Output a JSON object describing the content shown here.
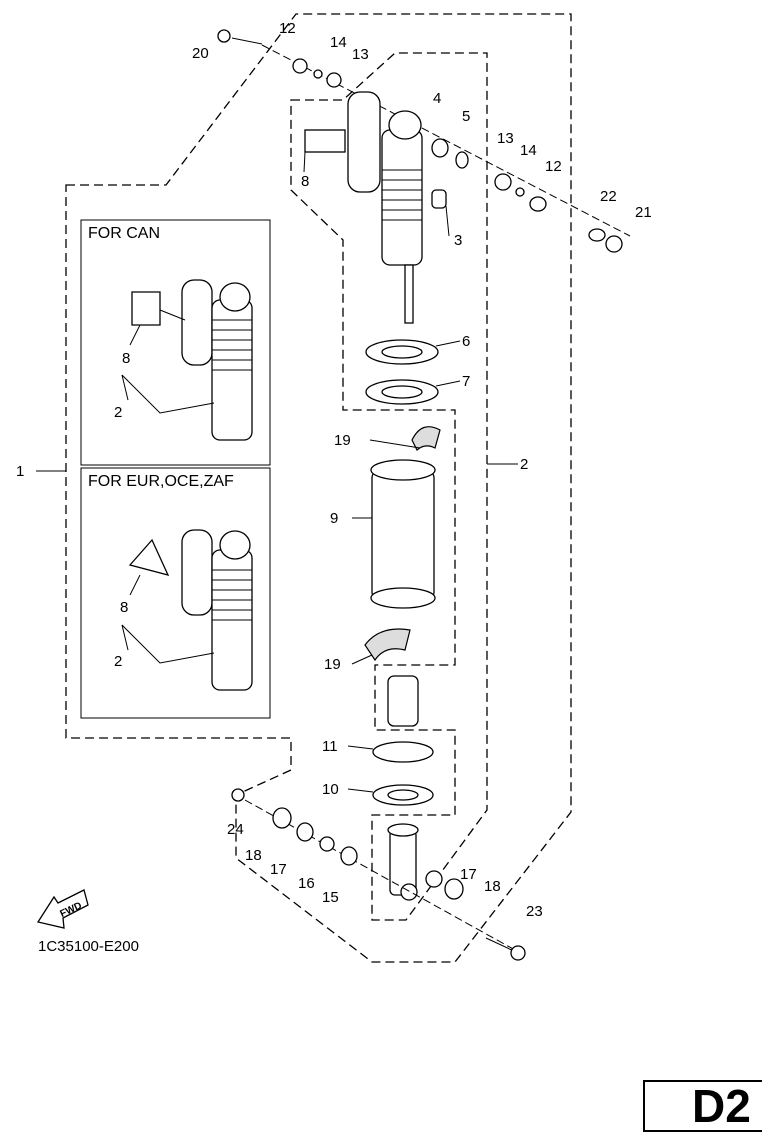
{
  "diagram": {
    "callouts": [
      {
        "id": "20"
      },
      {
        "id": "12"
      },
      {
        "id": "14"
      },
      {
        "id": "13"
      },
      {
        "id": "4"
      },
      {
        "id": "5"
      },
      {
        "id": "13"
      },
      {
        "id": "14"
      },
      {
        "id": "12"
      },
      {
        "id": "22"
      },
      {
        "id": "21"
      },
      {
        "id": "8"
      },
      {
        "id": "3"
      },
      {
        "id": "6"
      },
      {
        "id": "7"
      },
      {
        "id": "19"
      },
      {
        "id": "2"
      },
      {
        "id": "9"
      },
      {
        "id": "19"
      },
      {
        "id": "11"
      },
      {
        "id": "10"
      },
      {
        "id": "24"
      },
      {
        "id": "18"
      },
      {
        "id": "17"
      },
      {
        "id": "16"
      },
      {
        "id": "15"
      },
      {
        "id": "17"
      },
      {
        "id": "18"
      },
      {
        "id": "23"
      },
      {
        "id": "1"
      }
    ],
    "inset_can": {
      "title": "FOR CAN",
      "label_8": "8",
      "label_2": "2"
    },
    "inset_eur": {
      "title": "FOR EUR,OCE,ZAF",
      "label_8": "8",
      "label_2": "2"
    },
    "fwd_arrow_text": "FWD",
    "part_code": "1C35100-E200",
    "page_label": "D2"
  }
}
